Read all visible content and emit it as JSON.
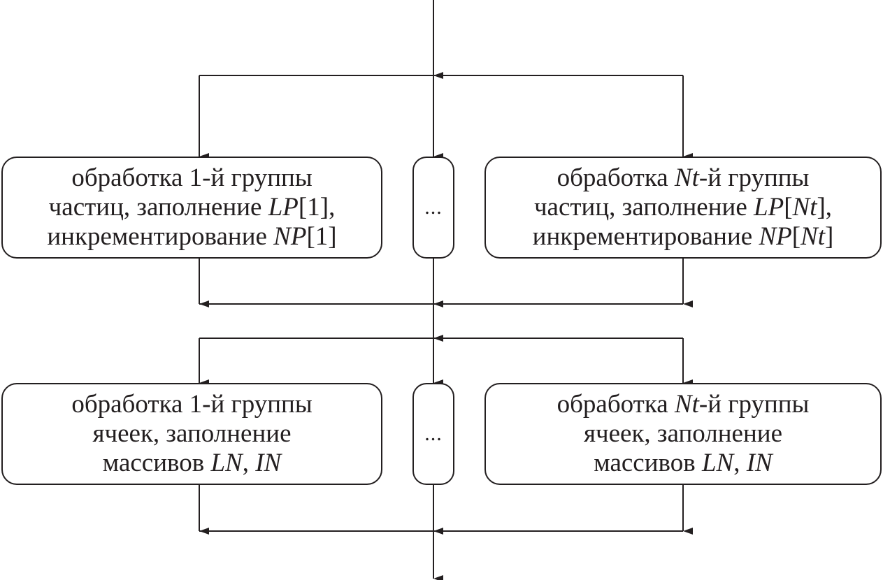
{
  "row1": {
    "left": {
      "line1": {
        "pre": "обработка 1-й группы"
      },
      "line2": {
        "pre": "частиц, заполнение ",
        "it": "LP",
        "post": "[1],"
      },
      "line3": {
        "pre": "инкрементирование ",
        "it": "NP",
        "post": "[1]"
      }
    },
    "middle": "...",
    "right": {
      "line1": {
        "pre": "обработка ",
        "it": "Nt",
        "post": "-й группы"
      },
      "line2": {
        "pre": "частиц, заполнение ",
        "it": "LP",
        "mid": "[",
        "it2": "Nt",
        "post": "],"
      },
      "line3": {
        "pre": "инкрементирование ",
        "it": "NP",
        "mid": "[",
        "it2": "Nt",
        "post": "]"
      }
    }
  },
  "row2": {
    "left": {
      "line1": {
        "pre": "обработка 1-й группы"
      },
      "line2": {
        "pre": "ячеек, заполнение"
      },
      "line3": {
        "pre": "массивов ",
        "it": "LN",
        "mid": ", ",
        "it2": "IN"
      }
    },
    "middle": "...",
    "right": {
      "line1": {
        "pre": "обработка ",
        "it": "Nt",
        "post": "-й группы"
      },
      "line2": {
        "pre": "ячеек, заполнение"
      },
      "line3": {
        "pre": "массивов ",
        "it": "LN",
        "mid": ", ",
        "it2": "IN"
      }
    }
  },
  "colors": {
    "stroke": "#231f20"
  }
}
